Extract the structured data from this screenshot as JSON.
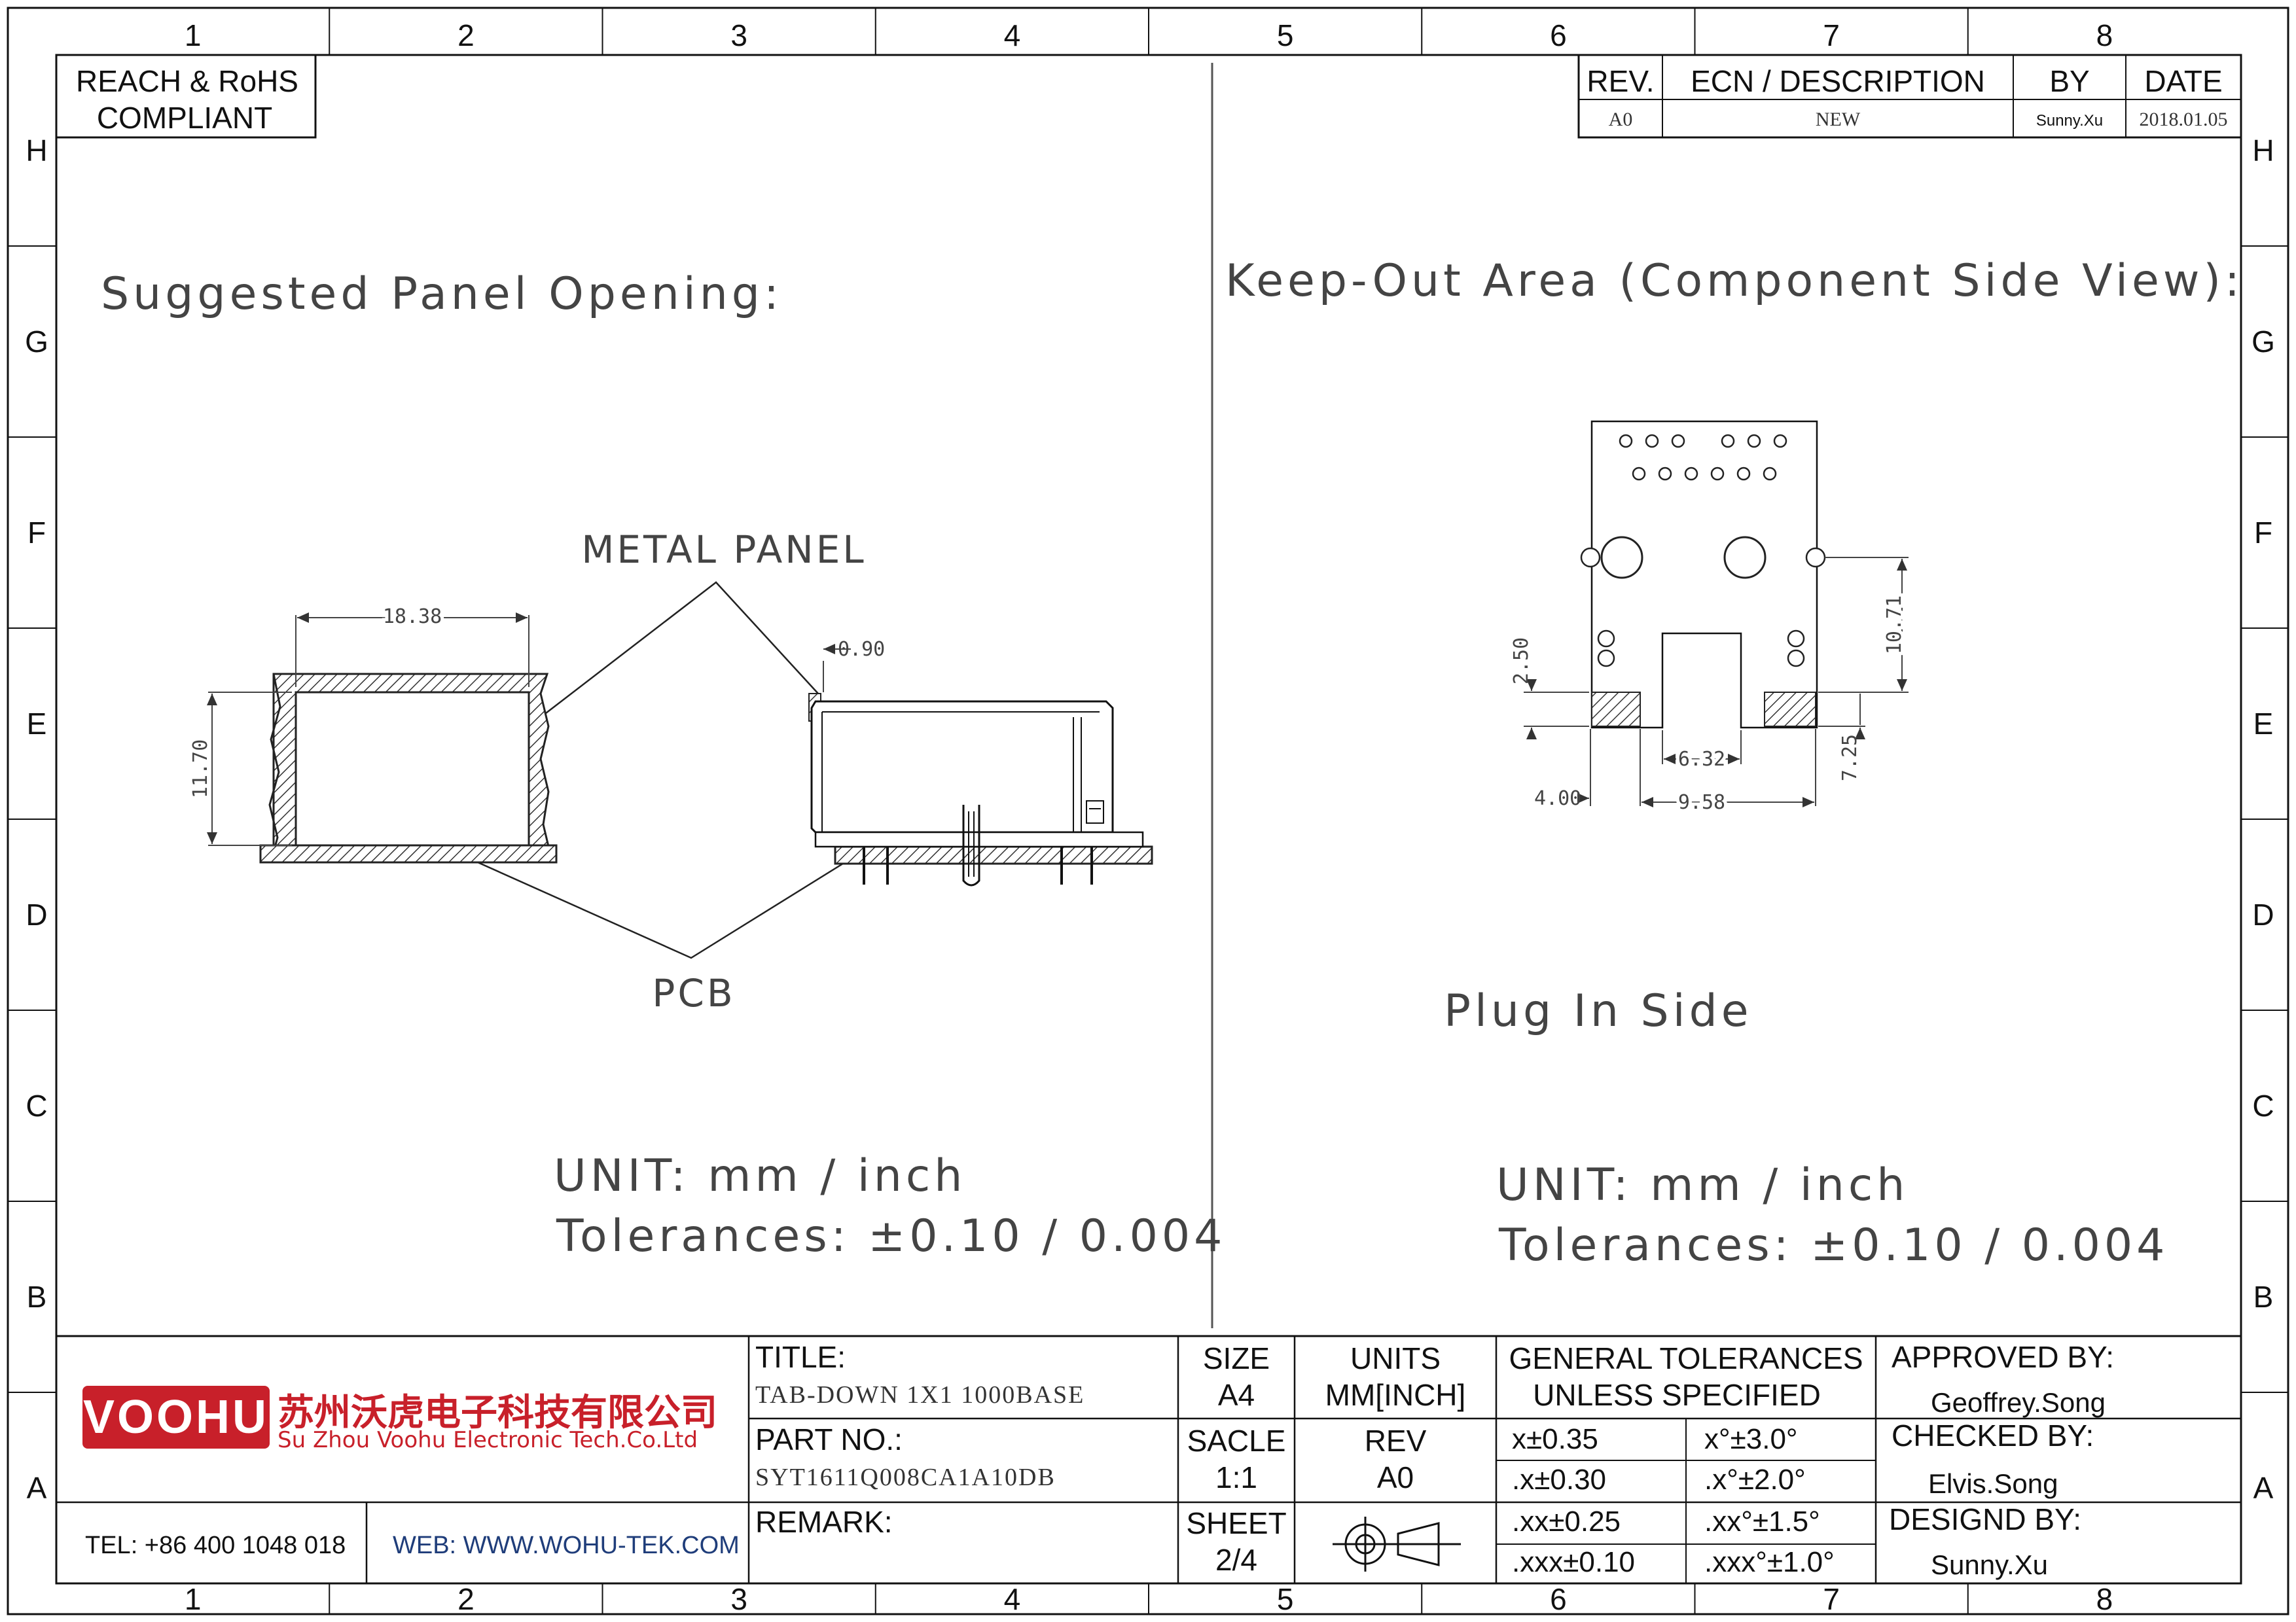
{
  "border": {
    "columns": [
      "1",
      "2",
      "3",
      "4",
      "5",
      "6",
      "7",
      "8"
    ],
    "rows": [
      "H",
      "G",
      "F",
      "E",
      "D",
      "C",
      "B",
      "A"
    ]
  },
  "compliance": {
    "line1": "REACH & RoHS",
    "line2": "COMPLIANT"
  },
  "revision": {
    "headers": [
      "REV.",
      "ECN / DESCRIPTION",
      "BY",
      "DATE"
    ],
    "row": [
      "A0",
      "NEW",
      "Sunny.Xu",
      "2018.01.05"
    ]
  },
  "left_view": {
    "heading": "Suggested Panel Opening:",
    "metal_panel_label": "METAL PANEL",
    "pcb_label": "PCB",
    "dim_width": "18.38",
    "dim_height": "11.70",
    "dim_thickness": "0.90",
    "unit_line": "UNIT:  mm  /  inch",
    "tolerance_line": "Tolerances:  ±0.10  /  0.004"
  },
  "right_view": {
    "heading": "Keep-Out Area (Component Side View):",
    "plug_label": "Plug In Side",
    "dim_10_71": "10.71",
    "dim_2_50": "2.50",
    "dim_6_32": "6.32",
    "dim_7_25": "7.25",
    "dim_4_00": "4.00",
    "dim_9_58": "9.58",
    "unit_line": "UNIT:  mm  /  inch",
    "tolerance_line": "Tolerances:  ±0.10  /  0.004"
  },
  "title_block": {
    "logo": "VOOHU",
    "company_cn": "苏州沃虎电子科技有限公司",
    "company_en": "Su Zhou Voohu Electronic Tech.Co.Ltd",
    "tel": "TEL: +86 400 1048 018",
    "web": "WEB: WWW.WOHU-TEK.COM",
    "title_label": "TITLE:",
    "title_value": "TAB-DOWN 1X1 1000BASE",
    "part_label": "PART NO.:",
    "part_value": "SYT1611Q008CA1A10DB",
    "remark_label": "REMARK:",
    "size_label": "SIZE",
    "size_value": "A4",
    "units_label": "UNITS",
    "units_value": "MM[INCH]",
    "scale_label": "SACLE",
    "scale_value": "1:1",
    "rev_label": "REV",
    "rev_value": "A0",
    "sheet_label": "SHEET",
    "sheet_value": "2/4",
    "gt_line1": "GENERAL TOLERANCES",
    "gt_line2": "UNLESS SPECIFIED",
    "tolerances": [
      [
        "x±0.35",
        "x°±3.0°"
      ],
      [
        ".x±0.30",
        ".x°±2.0°"
      ],
      [
        ".xx±0.25",
        ".xx°±1.5°"
      ],
      [
        ".xxx±0.10",
        ".xxx°±1.0°"
      ]
    ],
    "approved_label": "APPROVED BY:",
    "approved_value": "Geoffrey.Song",
    "checked_label": "CHECKED BY:",
    "checked_value": "Elvis.Song",
    "designed_label": "DESIGND BY:",
    "designed_value": "Sunny.Xu"
  },
  "colors": {
    "logo_red": "#c8202a",
    "web_blue": "#1f3d7a",
    "line": "#111111",
    "hatch": "#333333"
  }
}
